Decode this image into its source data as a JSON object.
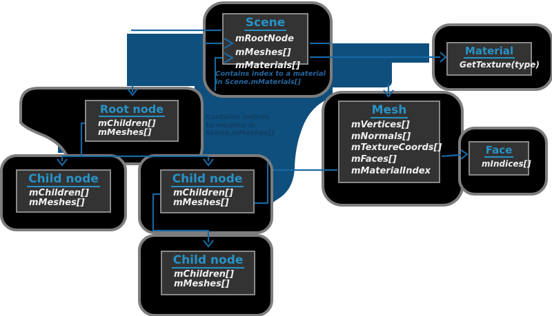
{
  "colors": {
    "background": "#ffffff",
    "flow_blob": "#0f4f7d",
    "shadow_blob": "#000000",
    "shadow_blob_border": "#7d7d7d",
    "box_fill": "#333333",
    "box_border": "#8a8a8a",
    "title_text": "#2793c9",
    "member_text": "#efefef",
    "arrow": "#1769a3",
    "note_on_black": "#2566a0",
    "note_on_blue": "#123e63"
  },
  "nodes": [
    {
      "id": "scene",
      "title": "Scene",
      "members": [
        "mRootNode",
        "mMeshes[]",
        "mMaterials[]"
      ]
    },
    {
      "id": "material",
      "title": "Material",
      "members": [
        "GetTexture(type)"
      ]
    },
    {
      "id": "mesh",
      "title": "Mesh",
      "members": [
        "mVertices[]",
        "mNormals[]",
        "mTextureCoords[]",
        "mFaces[]",
        "mMaterialIndex"
      ]
    },
    {
      "id": "face",
      "title": "Face",
      "members": [
        "mIndices[]"
      ]
    },
    {
      "id": "root-node",
      "title": "Root node",
      "members": [
        "mChildren[]",
        "mMeshes[]"
      ]
    },
    {
      "id": "child-node-1",
      "title": "Child node",
      "members": [
        "mChildren[]",
        "mMeshes[]"
      ]
    },
    {
      "id": "child-node-2",
      "title": "Child node",
      "members": [
        "mChildren[]",
        "mMeshes[]"
      ]
    },
    {
      "id": "child-node-3",
      "title": "Child node",
      "members": [
        "mChildren[]",
        "mMeshes[]"
      ]
    }
  ],
  "annotations": [
    {
      "id": "note-material-index",
      "lines": [
        "Contains index to a material",
        "in Scene.mMaterials[]"
      ]
    },
    {
      "id": "note-mesh-indices",
      "lines": [
        "Contains indices",
        "to meshes in",
        "Scene.mMeshes[]"
      ]
    }
  ]
}
